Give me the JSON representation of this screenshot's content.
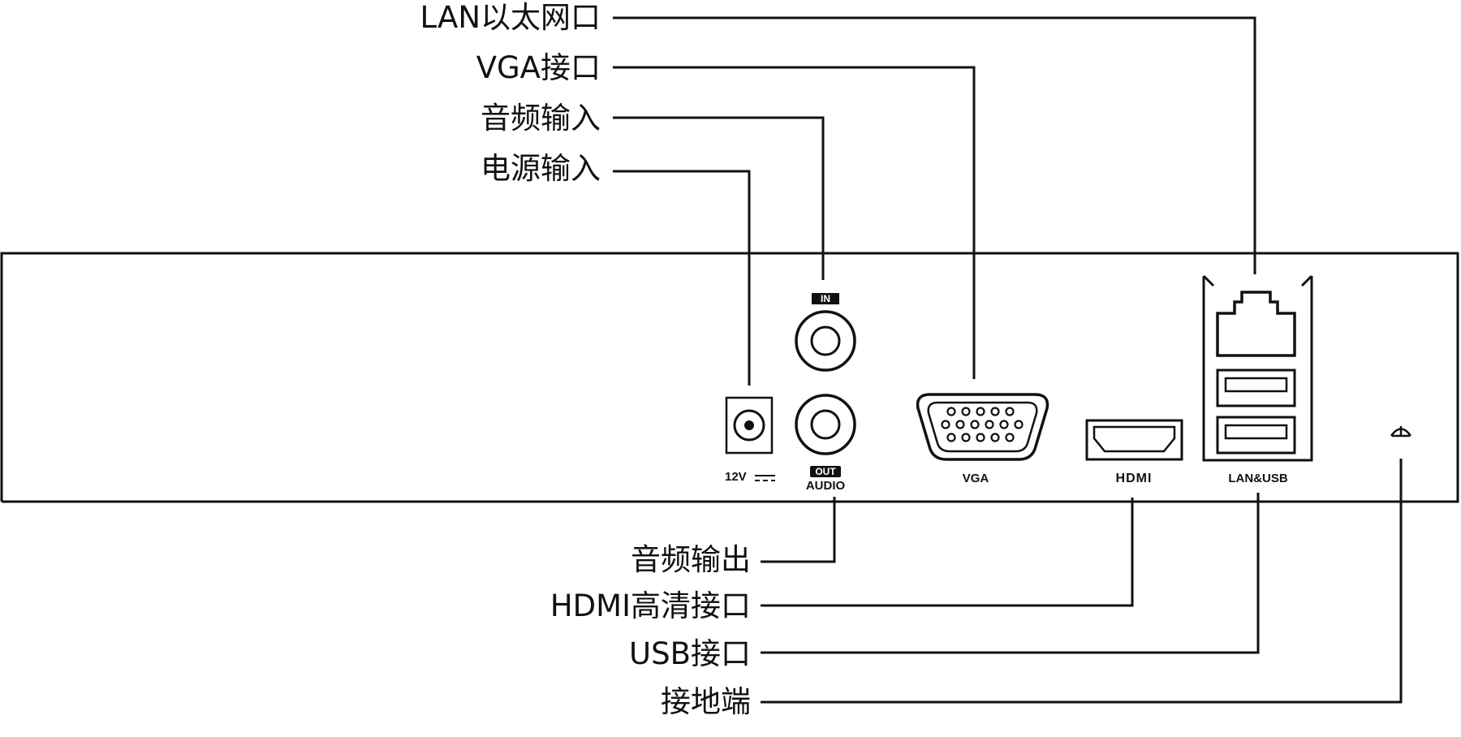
{
  "labels_top": {
    "lan": "LAN以太网口",
    "vga": "VGA接口",
    "audio_in": "音频输入",
    "power_in": "电源输入"
  },
  "labels_bottom": {
    "audio_out": "音频输出",
    "hdmi": "HDMI高清接口",
    "usb": "USB接口",
    "ground": "接地端"
  },
  "panel_markings": {
    "power": "12V",
    "audio_in": "IN",
    "audio_out": "OUT",
    "audio": "AUDIO",
    "vga": "VGA",
    "hdmi": "HDMI",
    "lan_usb": "LAN&USB"
  },
  "colors": {
    "line": "#111111",
    "background": "#ffffff"
  }
}
